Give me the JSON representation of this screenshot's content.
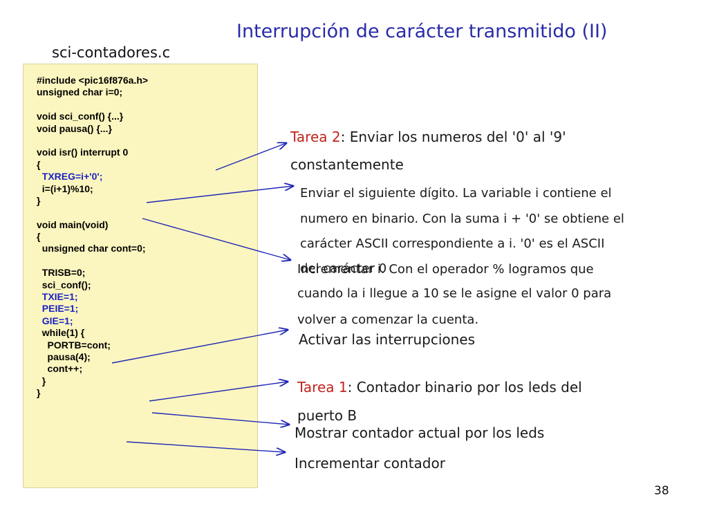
{
  "slide": {
    "title": "Interrupción de carácter transmitido (II)",
    "filename": "sci-contadores.c",
    "page_number": "38"
  },
  "code": {
    "lines": [
      {
        "text": "#include <pic16f876a.h>",
        "blue": false
      },
      {
        "text": "unsigned char i=0;",
        "blue": false
      },
      {
        "text": "",
        "blue": false
      },
      {
        "text": "void sci_conf() {...}",
        "blue": false
      },
      {
        "text": "void pausa() {...}",
        "blue": false
      },
      {
        "text": "",
        "blue": false
      },
      {
        "text": "void isr() interrupt 0",
        "blue": false
      },
      {
        "text": "{",
        "blue": false
      },
      {
        "text": "  TXREG=i+'0';",
        "blue": true
      },
      {
        "text": "  i=(i+1)%10;",
        "blue": false
      },
      {
        "text": "}",
        "blue": false
      },
      {
        "text": "",
        "blue": false
      },
      {
        "text": "void main(void)",
        "blue": false
      },
      {
        "text": "{",
        "blue": false
      },
      {
        "text": "  unsigned char cont=0;",
        "blue": false
      },
      {
        "text": "",
        "blue": false
      },
      {
        "text": "  TRISB=0;",
        "blue": false
      },
      {
        "text": "  sci_conf();",
        "blue": false
      },
      {
        "text": "  TXIE=1;",
        "blue": true
      },
      {
        "text": "  PEIE=1;",
        "blue": true
      },
      {
        "text": "  GIE=1;",
        "blue": true
      },
      {
        "text": "  while(1) {",
        "blue": false
      },
      {
        "text": "    PORTB=cont;",
        "blue": false
      },
      {
        "text": "    pausa(4);",
        "blue": false
      },
      {
        "text": "    cont++;",
        "blue": false
      },
      {
        "text": "  }",
        "blue": false
      },
      {
        "text": "}",
        "blue": false
      }
    ]
  },
  "annotations": {
    "tarea2": {
      "label": "Tarea 2",
      "line1": ": Enviar los numeros del '0' al '9'",
      "line2": "constantemente"
    },
    "enviar": {
      "line1": "Enviar el siguiente dígito.  La variable i contiene el",
      "line2": "numero en binario. Con la suma i + '0' se obtiene el",
      "line3": "carácter ASCII correspondiente a i. '0' es el ASCII",
      "line4": "del carácter 0"
    },
    "incrementar_i": {
      "line1": "Incrementar i. Con el operador % logramos que",
      "line2": "cuando la i llegue a 10 se le asigne el valor 0 para",
      "line3": "volver a comenzar la cuenta."
    },
    "activar": "Activar las interrupciones",
    "tarea1": {
      "label": "Tarea 1",
      "line1": ": Contador binario por los leds del",
      "line2": "puerto B"
    },
    "mostrar": "Mostrar contador actual por los leds",
    "incrementar_contador": "Incrementar contador"
  },
  "colors": {
    "title": "#2a2ba8",
    "tarea_label": "#c0241d",
    "code_background": "#fbf6bf",
    "code_highlight": "#1b22c4",
    "arrow": "#1f27b5"
  }
}
